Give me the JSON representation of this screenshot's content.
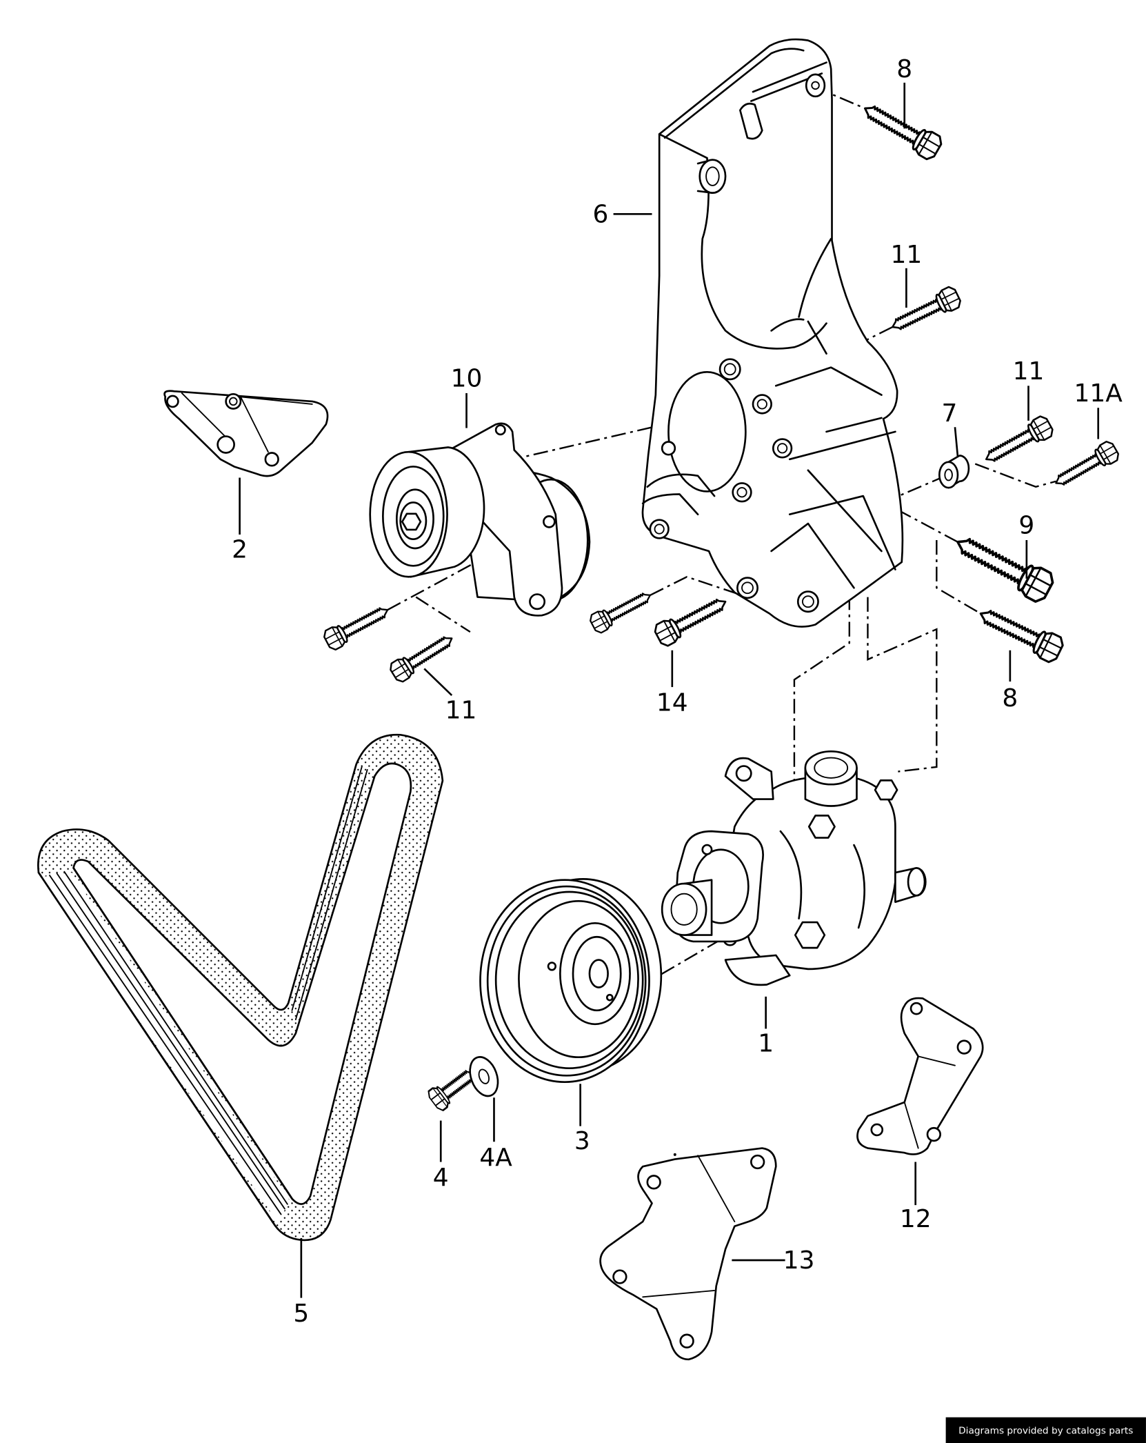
{
  "diagram": {
    "callouts": [
      {
        "label": "8"
      },
      {
        "label": "6"
      },
      {
        "label": "11"
      },
      {
        "label": "10"
      },
      {
        "label": "2"
      },
      {
        "label": "11"
      },
      {
        "label": "11A"
      },
      {
        "label": "7"
      },
      {
        "label": "9"
      },
      {
        "label": "14"
      },
      {
        "label": "11"
      },
      {
        "label": "8"
      },
      {
        "label": "1"
      },
      {
        "label": "3"
      },
      {
        "label": "4"
      },
      {
        "label": "4A"
      },
      {
        "label": "5"
      },
      {
        "label": "13"
      },
      {
        "label": "12"
      }
    ]
  },
  "footer": {
    "credit": "Diagrams provided by catalogs parts"
  },
  "colors": {
    "line": "#000000",
    "background": "#ffffff",
    "footer_background": "#000000",
    "footer_text": "#ffffff"
  }
}
